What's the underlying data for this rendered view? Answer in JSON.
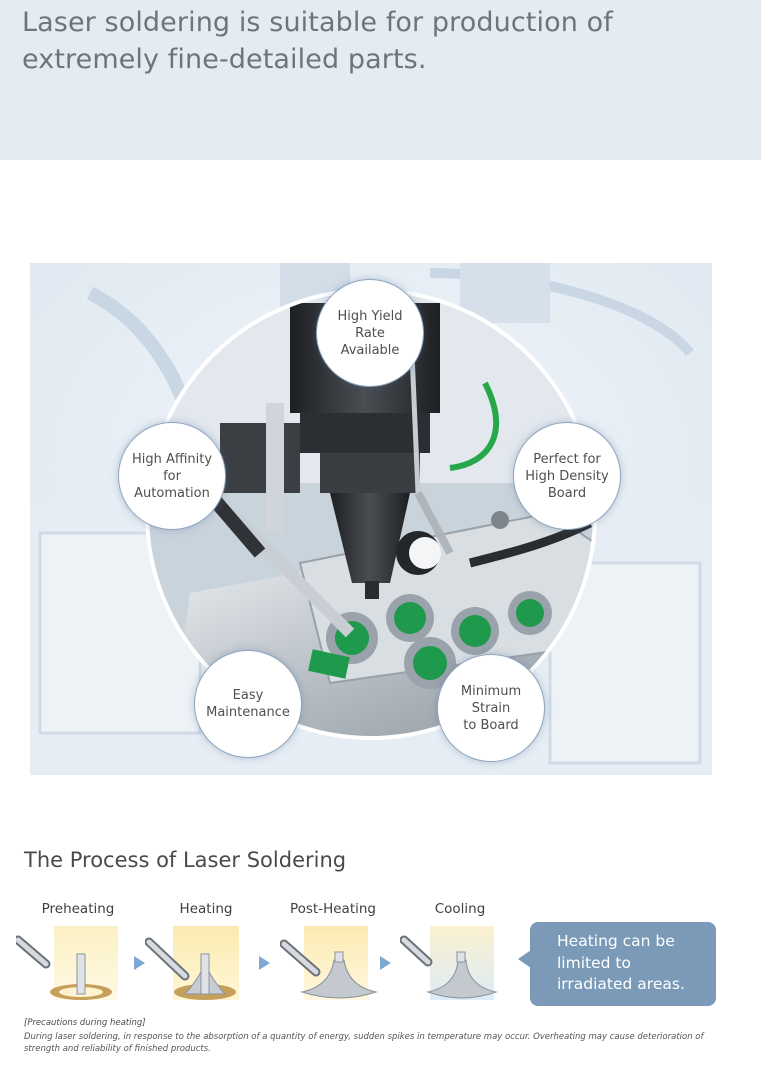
{
  "hero": {
    "title": "Laser soldering is suitable for production of extremely fine-detailed parts."
  },
  "features": {
    "top": "High Yield\nRate\nAvailable",
    "left": "High Affinity\nfor\nAutomation",
    "right": "Perfect for\nHigh Density\nBoard",
    "bottom_left": "Easy\nMaintenance",
    "bottom_right": "Minimum\nStrain\nto Board"
  },
  "process": {
    "title": "The Process of Laser Soldering",
    "steps": [
      {
        "label": "Preheating",
        "icon": "preheating-icon"
      },
      {
        "label": "Heating",
        "icon": "heating-icon"
      },
      {
        "label": "Post-Heating",
        "icon": "post-heating-icon"
      },
      {
        "label": "Cooling",
        "icon": "cooling-icon"
      }
    ],
    "callout": "Heating can be\nlimited to\nirradiated areas."
  },
  "precautions": {
    "title": "[Precautions during heating]",
    "text": "During laser soldering, in response to the absorption of a quantity of energy, sudden spikes in temperature may occur. Overheating may cause deterioration of strength and reliability of finished products."
  },
  "colors": {
    "hero_band": "#e4ecf3",
    "accent_blue": "#7a9ab8",
    "arrow_blue": "#7ca9d1",
    "pcb_green": "#1f9a4c"
  }
}
